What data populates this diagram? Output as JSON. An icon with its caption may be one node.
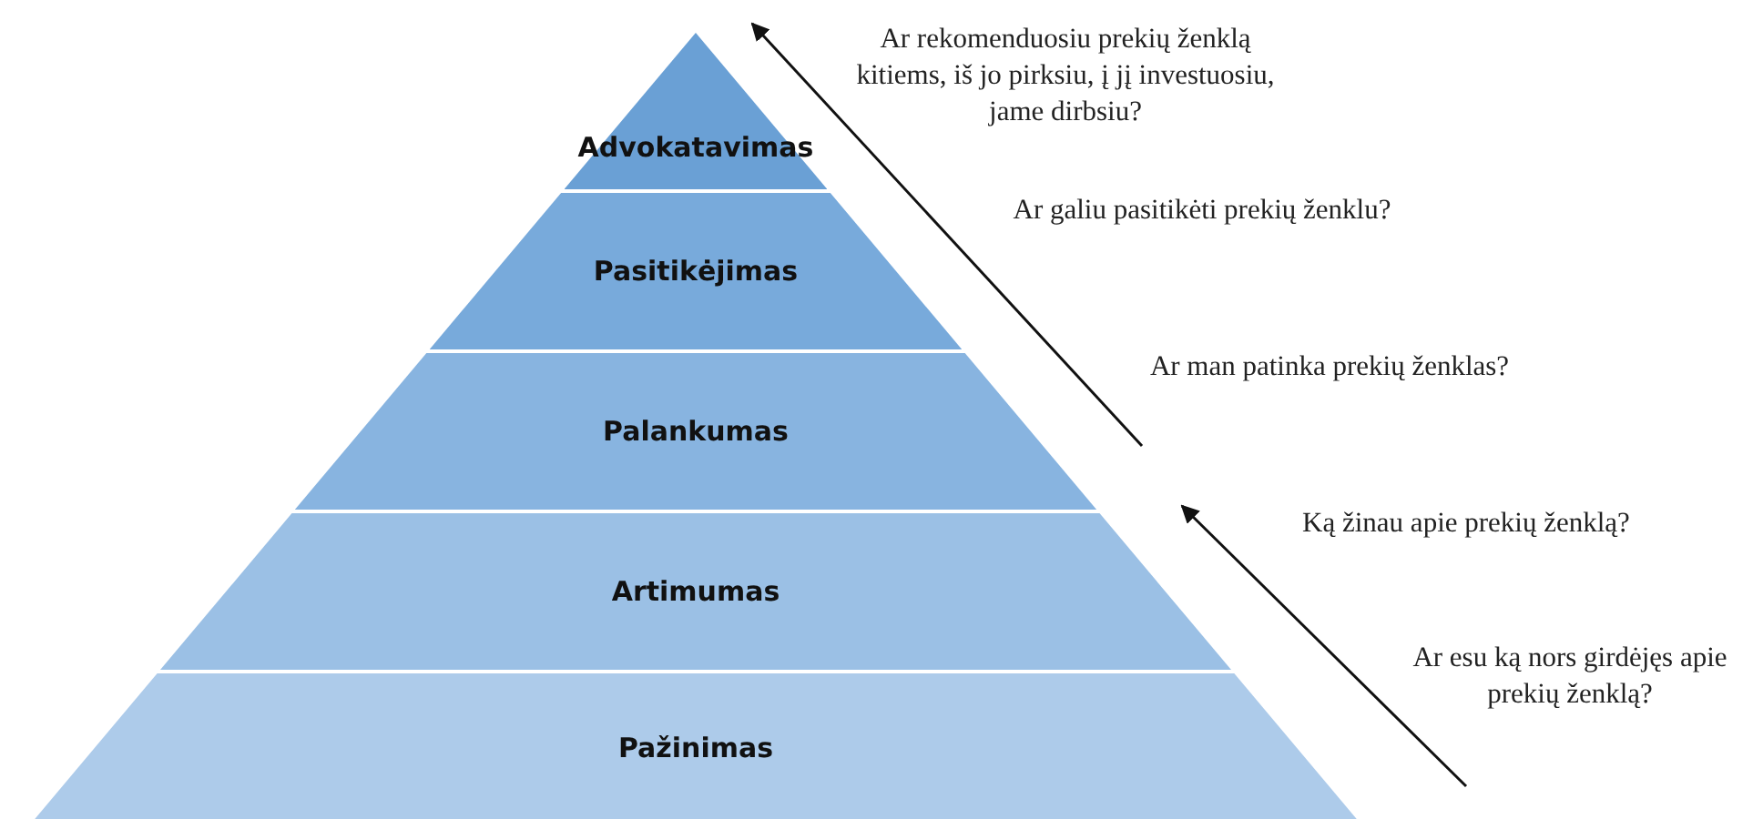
{
  "diagram": {
    "nodes": [
      {
        "text": [
          "Advokatavimas"
        ],
        "beside": [
          "Ar rekomenduosiu prekių ženklą kitiems, iš jo pirksiu, į jį investuosiu, jame dirbsiu?"
        ]
      },
      {
        "text": [
          "Pasitikėjimas"
        ],
        "beside": [
          "Ar galiu pasitikėti prekių ženklu?"
        ]
      },
      {
        "text": [
          "Palankumas"
        ],
        "beside": [
          "Ar man patinka prekių ženklas?"
        ]
      },
      {
        "text": [
          "Artimumas"
        ],
        "beside": [
          "Ką žinau apie prekių ženklą?"
        ]
      },
      {
        "text": [
          "Pažinimas"
        ],
        "beside": [
          "Ar esu ką nors girdėjęs apie prekių ženklą?"
        ]
      }
    ]
  }
}
